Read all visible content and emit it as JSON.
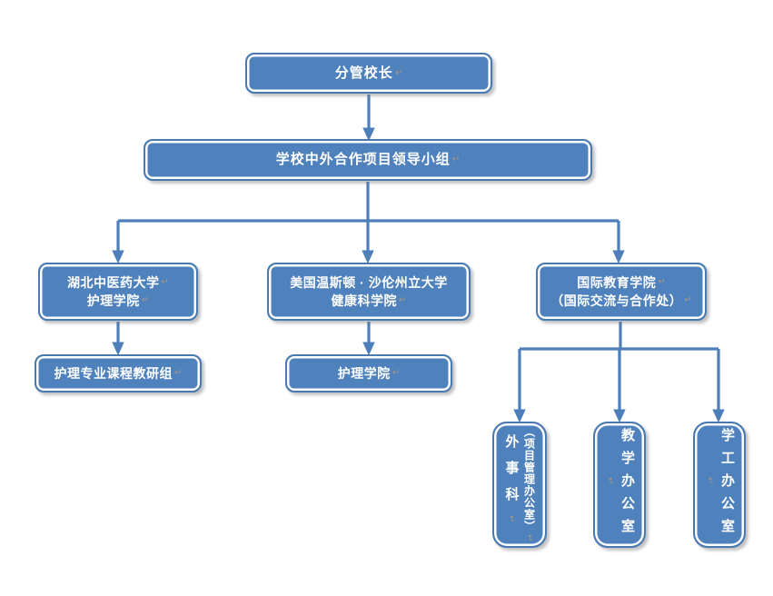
{
  "palette": {
    "box_fill": "#4F81BD",
    "box_border": "#4879B1",
    "box_text": "#FFFFFF",
    "connector": "#4E7FBA",
    "background": "#FFFFFF",
    "return_mark_color": "#B39B7D"
  },
  "marks": {
    "return": "↵"
  },
  "nodes": {
    "vice_president": {
      "label": "分管校长"
    },
    "leadership_group": {
      "label": "学校中外合作项目领导小组"
    },
    "hubei_university_nursing": {
      "lines": [
        "湖北中医药大学",
        "护理学院"
      ]
    },
    "wssu_health_sciences": {
      "lines": [
        "美国温斯顿 · 沙伦州立大学",
        "健康科学院"
      ]
    },
    "intl_education_college": {
      "lines": [
        "国际教育学院",
        "（国际交流与合作处）"
      ]
    },
    "nursing_curriculum_group": {
      "label": "护理专业课程教研组"
    },
    "nursing_college": {
      "label": "护理学院"
    },
    "foreign_affairs_section": {
      "columns": [
        "外事科",
        "（项目管理办公室）"
      ]
    },
    "teaching_office": {
      "label": "教学办公室"
    },
    "student_affairs_office": {
      "label": "学工办公室"
    }
  },
  "edges": [
    {
      "from": "vice_president",
      "to": "leadership_group"
    },
    {
      "from": "leadership_group",
      "to": "hubei_university_nursing"
    },
    {
      "from": "leadership_group",
      "to": "wssu_health_sciences"
    },
    {
      "from": "leadership_group",
      "to": "intl_education_college"
    },
    {
      "from": "hubei_university_nursing",
      "to": "nursing_curriculum_group"
    },
    {
      "from": "wssu_health_sciences",
      "to": "nursing_college"
    },
    {
      "from": "intl_education_college",
      "to": "foreign_affairs_section"
    },
    {
      "from": "intl_education_college",
      "to": "teaching_office"
    },
    {
      "from": "intl_education_college",
      "to": "student_affairs_office"
    }
  ]
}
